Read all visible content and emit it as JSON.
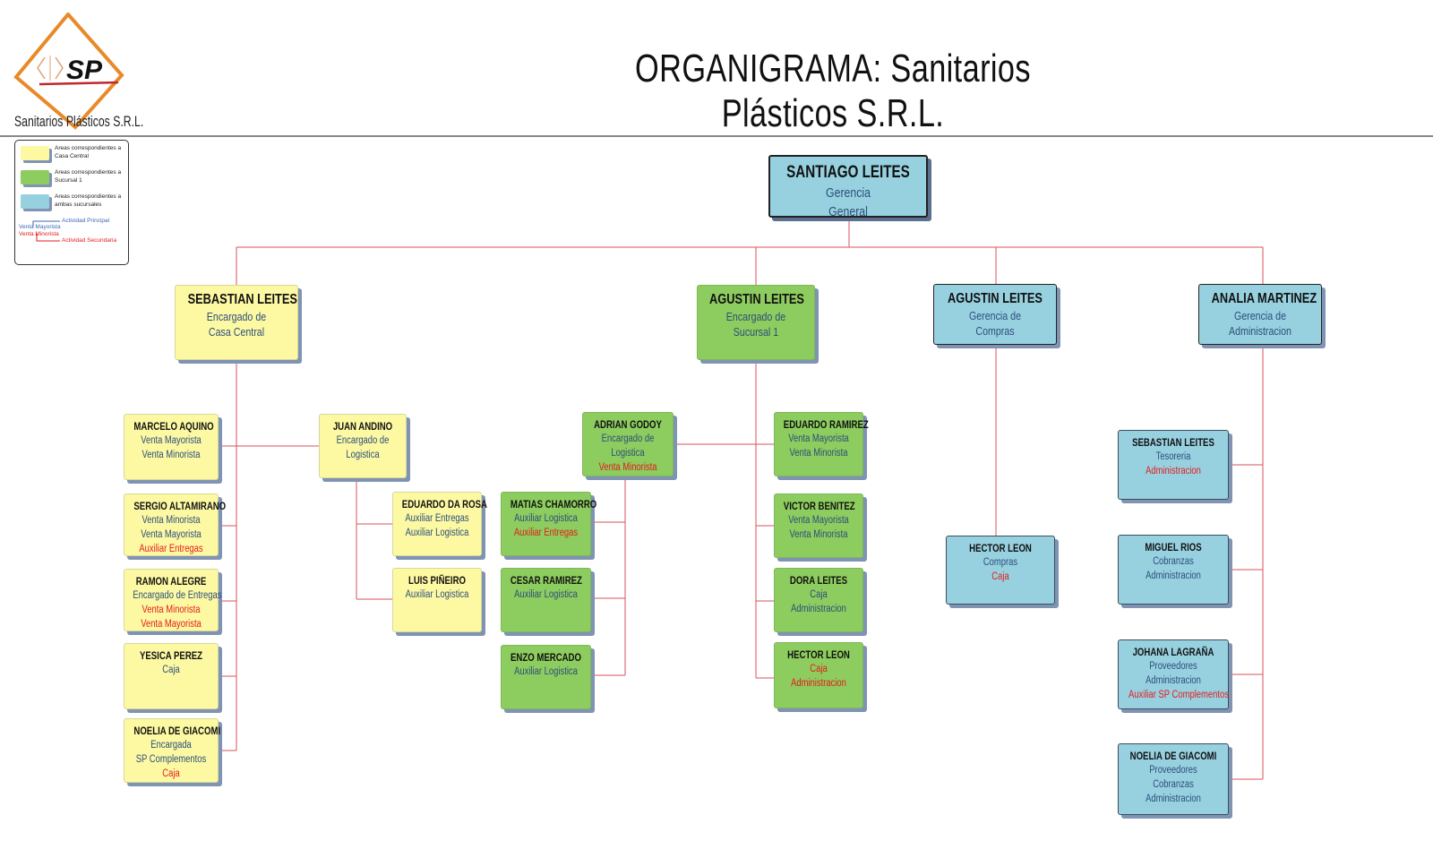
{
  "header": {
    "title": "ORGANIGRAMA: Sanitarios Plásticos S.R.L.",
    "logo_initials": "SP",
    "logo_caption": "Sanitarios Plásticos S.R.L."
  },
  "colors": {
    "casa_central": "#fdf9a3",
    "sucursal_1": "#8dcc5e",
    "ambas": "#97d1e0",
    "actividad_principal": "#2d4e7a",
    "actividad_secundaria": "#e41c1c",
    "connector": "#d9535b"
  },
  "legend": {
    "items": [
      {
        "label": "Areas correspondientes a Casa Central",
        "color": "#fdf9a3"
      },
      {
        "label": "Areas correspondientes a Sucursal 1",
        "color": "#8dcc5e"
      },
      {
        "label": "Areas correspondientes a ambas sucursales",
        "color": "#97d1e0"
      }
    ],
    "example_primary": "Venta Mayorista",
    "example_secondary": "Venta Minorista",
    "primary_label": "Actividad Principal",
    "secondary_label": "Actividad Secundaria"
  },
  "nodes": {
    "root": {
      "name": "SANTIAGO LEITES",
      "roles": [
        {
          "t": "Gerencia",
          "s": false
        },
        {
          "t": "General",
          "s": false
        }
      ]
    },
    "sebastian": {
      "name": "SEBASTIAN LEITES",
      "roles": [
        {
          "t": "Encargado de",
          "s": false
        },
        {
          "t": "Casa Central",
          "s": false
        }
      ]
    },
    "agustin_suc": {
      "name": "AGUSTIN LEITES",
      "roles": [
        {
          "t": "Encargado de",
          "s": false
        },
        {
          "t": "Sucursal 1",
          "s": false
        }
      ]
    },
    "agustin_comp": {
      "name": "AGUSTIN LEITES",
      "roles": [
        {
          "t": "Gerencia de",
          "s": false
        },
        {
          "t": "Compras",
          "s": false
        }
      ]
    },
    "analia": {
      "name": "ANALIA MARTINEZ",
      "roles": [
        {
          "t": "Gerencia de",
          "s": false
        },
        {
          "t": "Administracion",
          "s": false
        }
      ]
    },
    "marcelo": {
      "name": "MARCELO AQUINO",
      "roles": [
        {
          "t": "Venta Mayorista",
          "s": false
        },
        {
          "t": "Venta Minorista",
          "s": false
        }
      ]
    },
    "sergio": {
      "name": "SERGIO ALTAMIRANO",
      "roles": [
        {
          "t": "Venta Minorista",
          "s": false
        },
        {
          "t": "Venta Mayorista",
          "s": false
        },
        {
          "t": "Auxiliar Entregas",
          "s": true
        }
      ]
    },
    "ramon": {
      "name": "RAMON ALEGRE",
      "roles": [
        {
          "t": "Encargado de Entregas",
          "s": false
        },
        {
          "t": "Venta Minorista",
          "s": true
        },
        {
          "t": "Venta Mayorista",
          "s": true
        }
      ]
    },
    "yesica": {
      "name": "YESICA PEREZ",
      "roles": [
        {
          "t": "Caja",
          "s": false
        }
      ]
    },
    "noelia_cc": {
      "name": "NOELIA DE GIACOMI",
      "roles": [
        {
          "t": "Encargada",
          "s": false
        },
        {
          "t": "SP Complementos",
          "s": false
        },
        {
          "t": "Caja",
          "s": true
        }
      ]
    },
    "juan": {
      "name": "JUAN ANDINO",
      "roles": [
        {
          "t": "Encargado de",
          "s": false
        },
        {
          "t": "Logistica",
          "s": false
        }
      ]
    },
    "eduardo_dr": {
      "name": "EDUARDO DA ROSA",
      "roles": [
        {
          "t": "Auxiliar Entregas",
          "s": false
        },
        {
          "t": "Auxiliar Logistica",
          "s": false
        }
      ]
    },
    "luis": {
      "name": "LUIS PIÑEIRO",
      "roles": [
        {
          "t": "Auxiliar Logistica",
          "s": false
        }
      ]
    },
    "adrian": {
      "name": "ADRIAN GODOY",
      "roles": [
        {
          "t": "Encargado de",
          "s": false
        },
        {
          "t": "Logistica",
          "s": false
        },
        {
          "t": "Venta Minorista",
          "s": true
        }
      ]
    },
    "matias": {
      "name": "MATIAS CHAMORRO",
      "roles": [
        {
          "t": "Auxiliar Logistica",
          "s": false
        },
        {
          "t": "Auxiliar Entregas",
          "s": true
        }
      ]
    },
    "cesar": {
      "name": "CESAR RAMIREZ",
      "roles": [
        {
          "t": "Auxiliar Logistica",
          "s": false
        }
      ]
    },
    "enzo": {
      "name": "ENZO MERCADO",
      "roles": [
        {
          "t": "Auxiliar Logistica",
          "s": false
        }
      ]
    },
    "eduardo_r": {
      "name": "EDUARDO RAMIREZ",
      "roles": [
        {
          "t": "Venta Mayorista",
          "s": false
        },
        {
          "t": "Venta Minorista",
          "s": false
        }
      ]
    },
    "victor": {
      "name": "VICTOR BENITEZ",
      "roles": [
        {
          "t": "Venta Mayorista",
          "s": false
        },
        {
          "t": "Venta Minorista",
          "s": false
        }
      ]
    },
    "dora": {
      "name": "DORA LEITES",
      "roles": [
        {
          "t": "Caja",
          "s": false
        },
        {
          "t": "Administracion",
          "s": false
        }
      ]
    },
    "hector_suc": {
      "name": "HECTOR LEON",
      "roles": [
        {
          "t": "Caja",
          "s": true
        },
        {
          "t": "Administracion",
          "s": true
        }
      ]
    },
    "hector_comp": {
      "name": "HECTOR LEON",
      "roles": [
        {
          "t": "Compras",
          "s": false
        },
        {
          "t": "Caja",
          "s": true
        }
      ]
    },
    "sebastian_adm": {
      "name": "SEBASTIAN LEITES",
      "roles": [
        {
          "t": "Tesoreria",
          "s": false
        },
        {
          "t": "Administracion",
          "s": true
        }
      ]
    },
    "miguel": {
      "name": "MIGUEL RIOS",
      "roles": [
        {
          "t": "Cobranzas",
          "s": false
        },
        {
          "t": "Administracion",
          "s": false
        }
      ]
    },
    "johana": {
      "name": "JOHANA LAGRAÑA",
      "roles": [
        {
          "t": "Proveedores",
          "s": false
        },
        {
          "t": "Administracion",
          "s": false
        },
        {
          "t": "Auxiliar SP Complementos",
          "s": true
        }
      ]
    },
    "noelia_adm": {
      "name": "NOELIA DE GIACOMI",
      "roles": [
        {
          "t": "Proveedores",
          "s": false
        },
        {
          "t": "Cobranzas",
          "s": false
        },
        {
          "t": "Administracion",
          "s": false
        }
      ]
    }
  }
}
